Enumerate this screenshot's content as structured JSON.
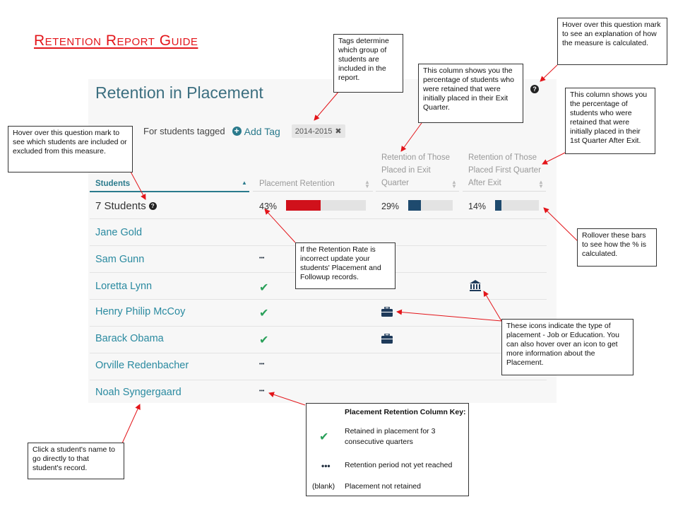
{
  "guide_title": "Retention Report Guide",
  "app": {
    "title": "Retention in Placement",
    "tag_label": "For students tagged",
    "add_tag_label": "Add Tag",
    "tag_chip": "2014-2015",
    "help_icon": "question-circle-icon"
  },
  "columns": {
    "students": "Students",
    "placement_retention": "Placement Retention",
    "exit_line1": "Retention of Those",
    "exit_line2": "Placed in Exit",
    "exit_line3": "Quarter",
    "first_line1": "Retention of Those",
    "first_line2": "Placed First Quarter",
    "first_line3": "After Exit"
  },
  "totals": {
    "label": "7 Students",
    "placement_retention_pct": "43%",
    "placement_retention_value": 0.43,
    "exit_pct": "29%",
    "exit_value": 0.29,
    "first_pct": "14%",
    "first_value": 0.14,
    "colors": {
      "placement": "#d0111b",
      "exit": "#1e4a6e",
      "first": "#1e4a6e"
    }
  },
  "students": [
    {
      "name": "Jane Gold",
      "retention": "",
      "exit": "",
      "first": ""
    },
    {
      "name": "Sam Gunn",
      "retention": "dots",
      "exit": "",
      "first": ""
    },
    {
      "name": "Loretta Lynn",
      "retention": "check",
      "exit": "",
      "first": "education"
    },
    {
      "name": "Henry Philip McCoy",
      "retention": "check",
      "exit": "job",
      "first": ""
    },
    {
      "name": "Barack Obama",
      "retention": "check",
      "exit": "job",
      "first": ""
    },
    {
      "name": "Orville Redenbacher",
      "retention": "dots",
      "exit": "",
      "first": ""
    },
    {
      "name": "Noah Syngergaard",
      "retention": "dots",
      "exit": "",
      "first": ""
    }
  ],
  "callouts": {
    "tags": "Tags determine which group of students are included in the report.",
    "hover_top": "Hover over this question mark to see an explanation of how the measure is calculated.",
    "exit_col": "This column shows you the percentage of students who were retained that were initially placed in their Exit Quarter.",
    "first_col": "This column shows you the percentage of students who were retained that were initially placed in their 1st Quarter After Exit.",
    "hover_left": "Hover over this question mark to see which students are included or excluded from this measure.",
    "retention_rate": "If the Retention Rate is incorrect update your students' Placement and Followup records.",
    "rollover": "Rollover these bars to see how the % is calculated.",
    "icons": "These icons indicate the type of placement - Job or Education. You can also hover over an icon to get more information about the Placement.",
    "click_name": "Click a student's name to go directly to that student's record."
  },
  "key": {
    "title": "Placement Retention Column Key:",
    "check_text": "Retained in placement for 3 consecutive quarters",
    "dots_text": "Retention period not yet reached",
    "blank_label": "(blank)",
    "blank_text": "Placement not retained"
  }
}
